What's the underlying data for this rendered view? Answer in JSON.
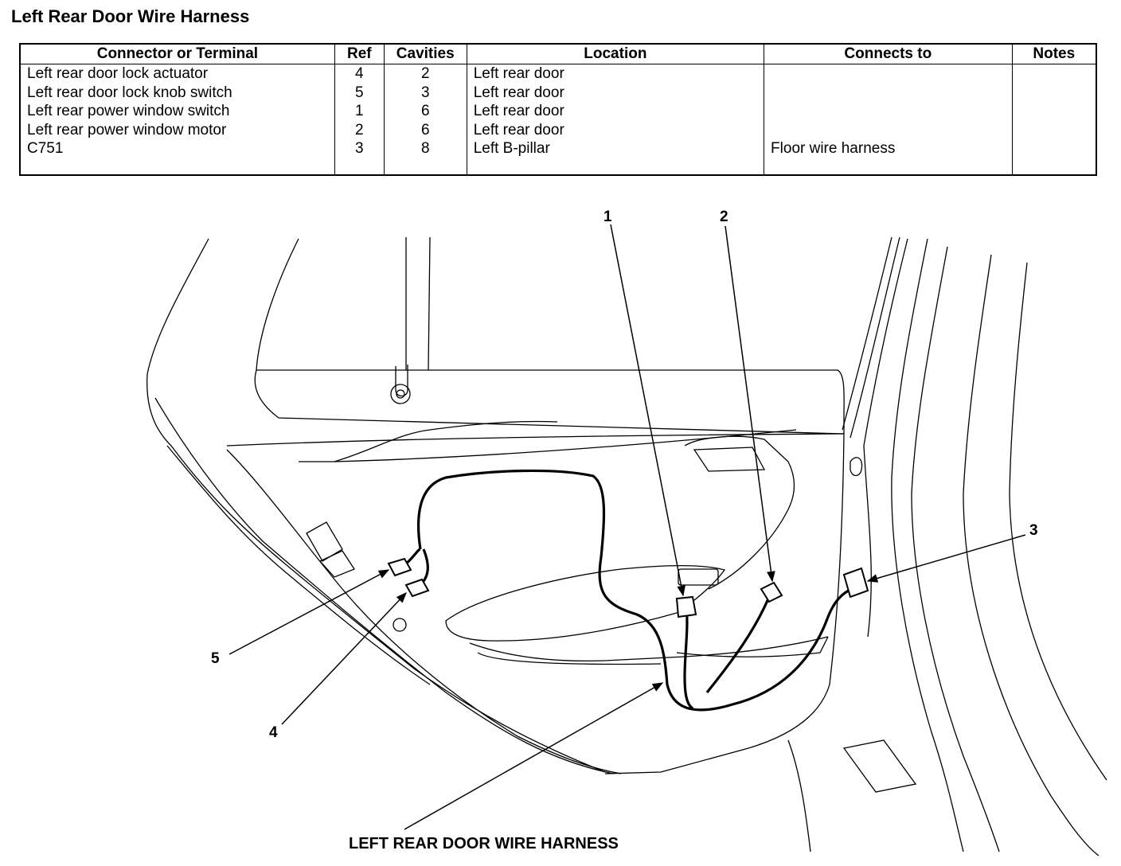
{
  "title": "Left Rear Door Wire Harness",
  "table": {
    "headers": [
      "Connector or Terminal",
      "Ref",
      "Cavities",
      "Location",
      "Connects to",
      "Notes"
    ],
    "rows": [
      {
        "connector": "Left rear door lock actuator",
        "ref": "4",
        "cavities": "2",
        "location": "Left rear door",
        "connects_to": "",
        "notes": ""
      },
      {
        "connector": "Left rear door lock knob switch",
        "ref": "5",
        "cavities": "3",
        "location": "Left rear door",
        "connects_to": "",
        "notes": ""
      },
      {
        "connector": "Left rear power window switch",
        "ref": "1",
        "cavities": "6",
        "location": "Left rear door",
        "connects_to": "",
        "notes": ""
      },
      {
        "connector": "Left rear power window motor",
        "ref": "2",
        "cavities": "6",
        "location": "Left rear door",
        "connects_to": "",
        "notes": ""
      },
      {
        "connector": "C751",
        "ref": "3",
        "cavities": "8",
        "location": "Left B-pillar",
        "connects_to": "Floor wire harness",
        "notes": ""
      }
    ]
  },
  "diagram": {
    "callouts": {
      "c1": "1",
      "c2": "2",
      "c3": "3",
      "c4": "4",
      "c5": "5"
    },
    "harness_label": "LEFT REAR DOOR WIRE HARNESS"
  }
}
